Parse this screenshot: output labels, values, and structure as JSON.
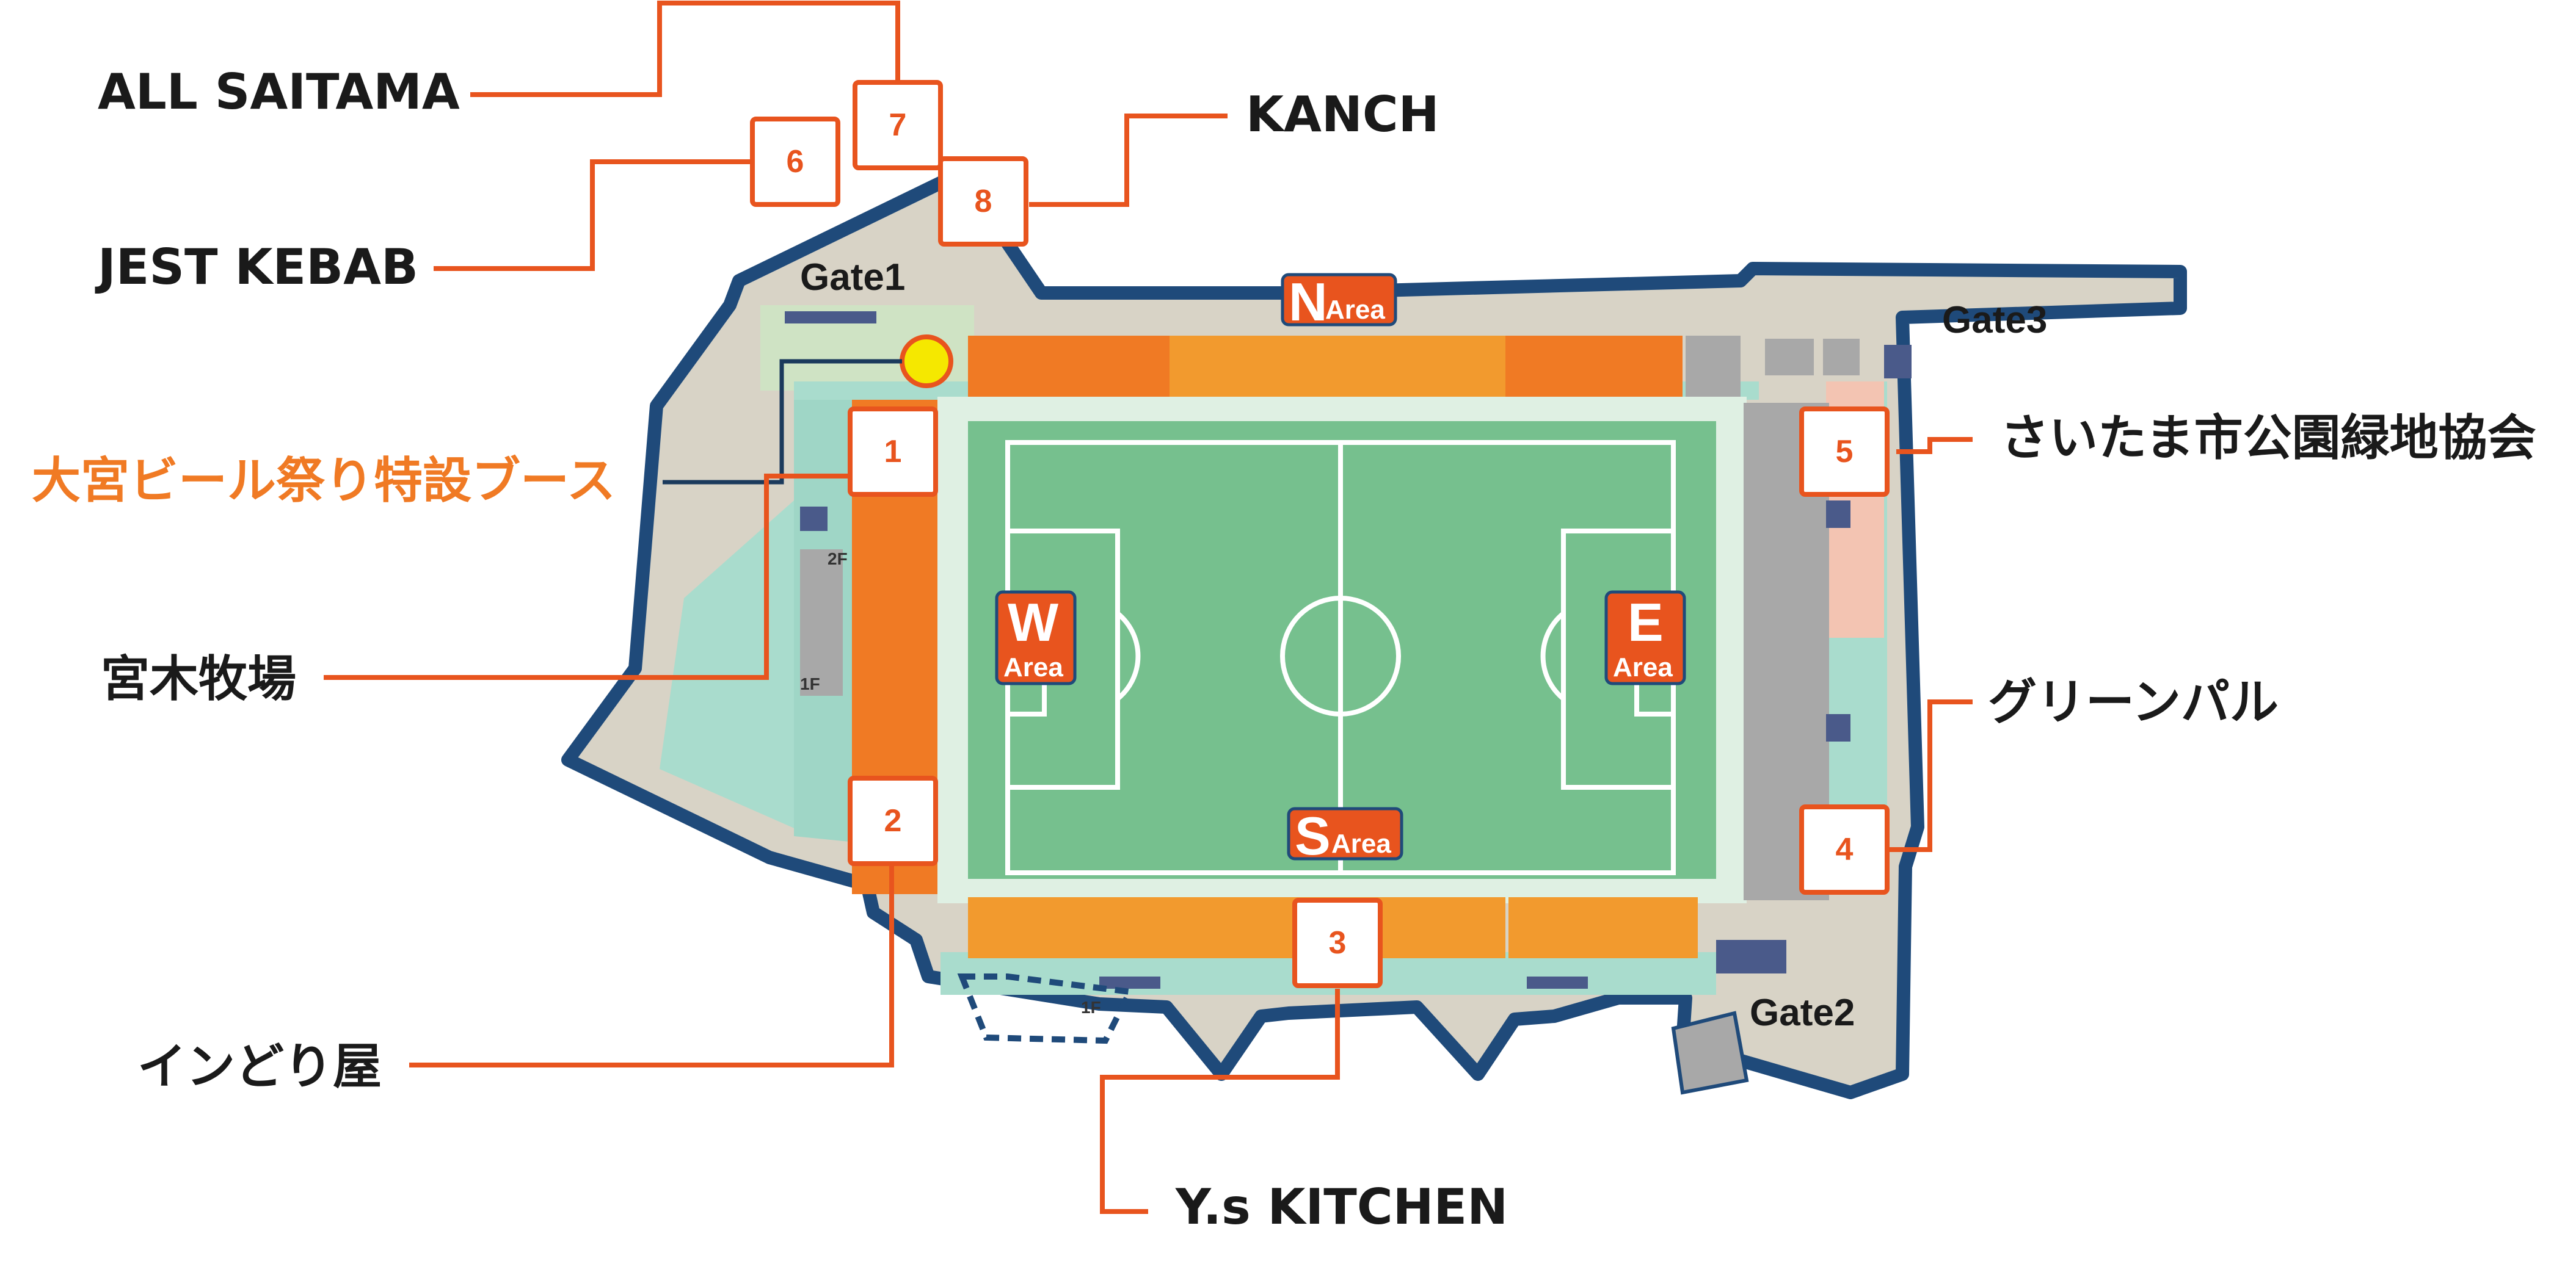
{
  "gates": {
    "gate1": "Gate1",
    "gate2": "Gate2",
    "gate3": "Gate3"
  },
  "areas": {
    "north": "N",
    "south": "S",
    "west": "W",
    "east": "E",
    "area_word": "Area"
  },
  "floors": {
    "f2": "2F",
    "f1_west": "1F",
    "f1_south": "1F"
  },
  "special_booth": {
    "label": "大宮ビール祭り特設ブース",
    "color": "#f07a24",
    "marker_color": "#f5e800"
  },
  "vendors": [
    {
      "number": "1",
      "name": "宮木牧場"
    },
    {
      "number": "2",
      "name": "インどり屋"
    },
    {
      "number": "3",
      "name": "Y.s KITCHEN"
    },
    {
      "number": "4",
      "name": "グリーンパル"
    },
    {
      "number": "5",
      "name": "さいたま市公園緑地協会"
    },
    {
      "number": "6",
      "name": "JEST KEBAB"
    },
    {
      "number": "7",
      "name": "ALL SAITAMA"
    },
    {
      "number": "8",
      "name": "KANCH"
    }
  ],
  "colors": {
    "accent": "#e8541e",
    "stadium_outline": "#1f4a7a",
    "pitch": "#76c08e",
    "stand_orange": "#f07a24",
    "stand_light_orange": "#f29a2e"
  }
}
